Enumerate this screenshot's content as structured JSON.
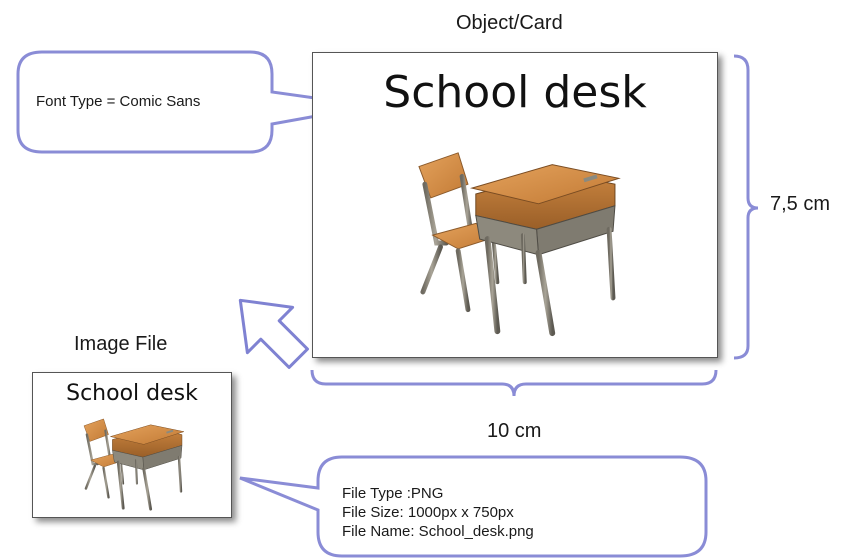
{
  "labels": {
    "object_card": "Object/Card",
    "image_file": "Image File",
    "height": "7,5 cm",
    "width": "10 cm"
  },
  "font_callout": {
    "text": "Font Type = Comic Sans"
  },
  "card": {
    "title": "School desk"
  },
  "image_file_card": {
    "title": "School desk"
  },
  "file_callout": {
    "lines": [
      "File Type :PNG",
      "File Size: 1000px x 750px",
      "File Name: School_desk.png"
    ]
  },
  "colors": {
    "callout_stroke": "#8a8cd6",
    "bracket_stroke": "#8a8cd6",
    "arrow_fill": "#ffffff",
    "arrow_stroke": "#7f82d2"
  }
}
